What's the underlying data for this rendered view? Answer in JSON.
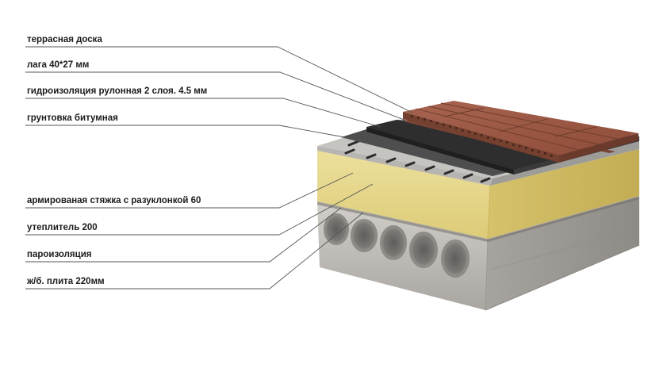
{
  "layers": [
    {
      "id": "decking",
      "label": "террасная доска"
    },
    {
      "id": "lag",
      "label": "лага 40*27 мм"
    },
    {
      "id": "waterproofing",
      "label": "гидроизоляция рулонная 2 слоя. 4.5 мм"
    },
    {
      "id": "primer",
      "label": "грунтовка битумная"
    },
    {
      "id": "screed",
      "label": "армированая стяжка с  разуклонкой 60"
    },
    {
      "id": "insulation",
      "label": "утеплитель 200"
    },
    {
      "id": "vapor_barrier",
      "label": "пароизоляция"
    },
    {
      "id": "slab",
      "label": "ж/б. плита 220мм"
    }
  ],
  "colors": {
    "decking": "#9c5a45",
    "waterproofing": "#2d2d2d",
    "screed": "#b2b2ae",
    "insulation": "#e6d68c",
    "slab": "#b8b5b0",
    "leader_lines": "#555555"
  }
}
